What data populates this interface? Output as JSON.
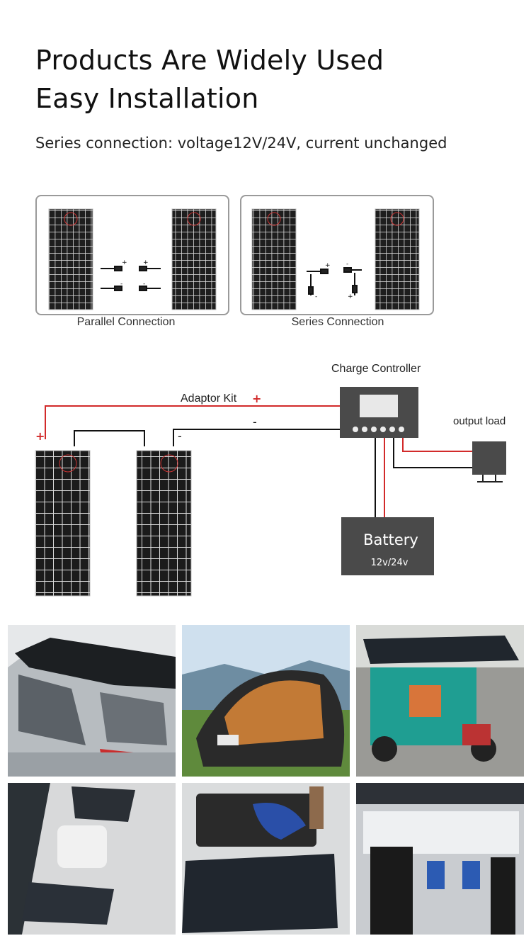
{
  "header": {
    "title_line1": "Products Are Widely Used",
    "title_line2": "Easy Installation",
    "subtitle": "Series connection: voltage12V/24V, current unchanged"
  },
  "connections": {
    "parallel_label": "Parallel Connection",
    "series_label": "Series Connection"
  },
  "wiring": {
    "charge_controller_label": "Charge Controller",
    "adaptor_kit_label": "Adaptor Kit",
    "plus_sign": "+",
    "minus_sign": "-",
    "output_load_label": "output load",
    "battery_label": "Battery",
    "battery_voltage": "12v/24v"
  },
  "colors": {
    "positive_wire": "#d22a2a",
    "negative_wire": "#111111",
    "panel_dark": "#1a1a1a",
    "device_gray": "#4a4a4a"
  }
}
